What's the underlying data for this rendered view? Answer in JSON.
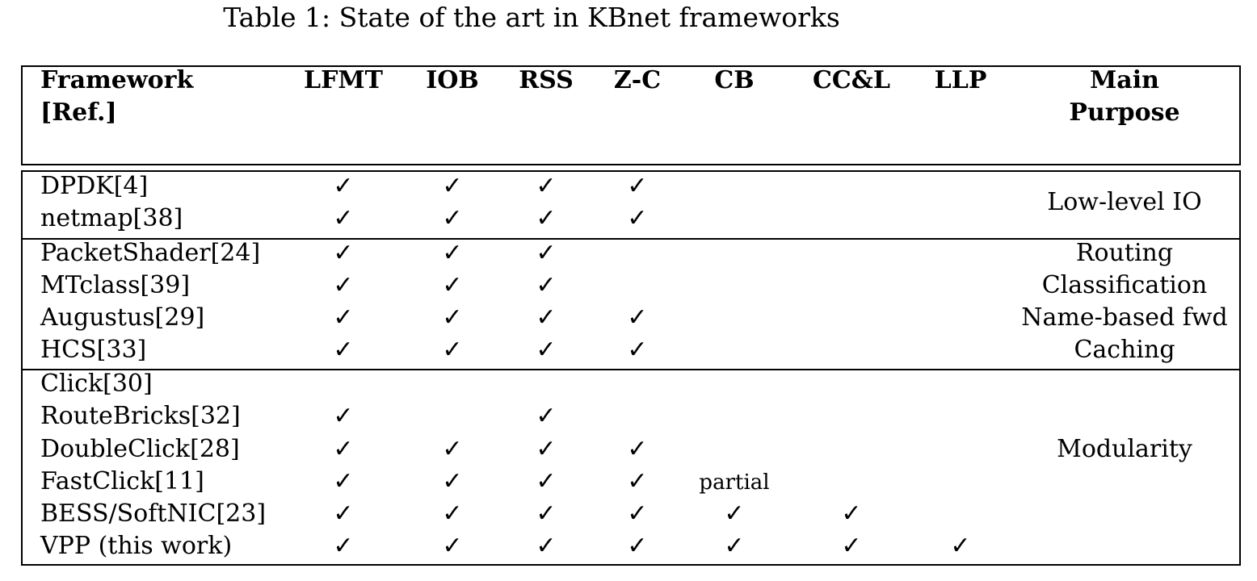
{
  "caption": "Table 1: State of the art in KBnet frameworks",
  "header": {
    "framework_line1": "Framework",
    "framework_line2": "[Ref.]",
    "columns": [
      "LFMT",
      "IOB",
      "RSS",
      "Z-C",
      "CB",
      "CC&L",
      "LLP"
    ],
    "purpose_line1": "Main",
    "purpose_line2": "Purpose"
  },
  "check_mark": "✓",
  "rows": [
    {
      "name": "DPDK[4]",
      "cells": [
        "✓",
        "✓",
        "✓",
        "✓",
        "",
        "",
        ""
      ]
    },
    {
      "name": "netmap[38]",
      "cells": [
        "✓",
        "✓",
        "✓",
        "✓",
        "",
        "",
        ""
      ]
    },
    {
      "name": "PacketShader[24]",
      "cells": [
        "✓",
        "✓",
        "✓",
        "",
        "",
        "",
        ""
      ]
    },
    {
      "name": "MTclass[39]",
      "cells": [
        "✓",
        "✓",
        "✓",
        "",
        "",
        "",
        ""
      ]
    },
    {
      "name": "Augustus[29]",
      "cells": [
        "✓",
        "✓",
        "✓",
        "✓",
        "",
        "",
        ""
      ]
    },
    {
      "name": "HCS[33]",
      "cells": [
        "✓",
        "✓",
        "✓",
        "✓",
        "",
        "",
        ""
      ]
    },
    {
      "name": "Click[30]",
      "cells": [
        "",
        "",
        "",
        "",
        "",
        "",
        ""
      ]
    },
    {
      "name": "RouteBricks[32]",
      "cells": [
        "✓",
        "",
        "✓",
        "",
        "",
        "",
        ""
      ]
    },
    {
      "name": "DoubleClick[28]",
      "cells": [
        "✓",
        "✓",
        "✓",
        "✓",
        "",
        "",
        ""
      ]
    },
    {
      "name": "FastClick[11]",
      "cells": [
        "✓",
        "✓",
        "✓",
        "✓",
        "partial",
        "",
        ""
      ]
    },
    {
      "name": "BESS/SoftNIC[23]",
      "cells": [
        "✓",
        "✓",
        "✓",
        "✓",
        "✓",
        "✓",
        ""
      ]
    },
    {
      "name": "VPP (this work)",
      "cells": [
        "✓",
        "✓",
        "✓",
        "✓",
        "✓",
        "✓",
        "✓"
      ]
    }
  ],
  "purposes": {
    "low_level_io": "Low-level IO",
    "routing": "Routing",
    "classification": "Classification",
    "name_based_fwd": "Name-based fwd",
    "caching": "Caching",
    "modularity": "Modularity"
  }
}
